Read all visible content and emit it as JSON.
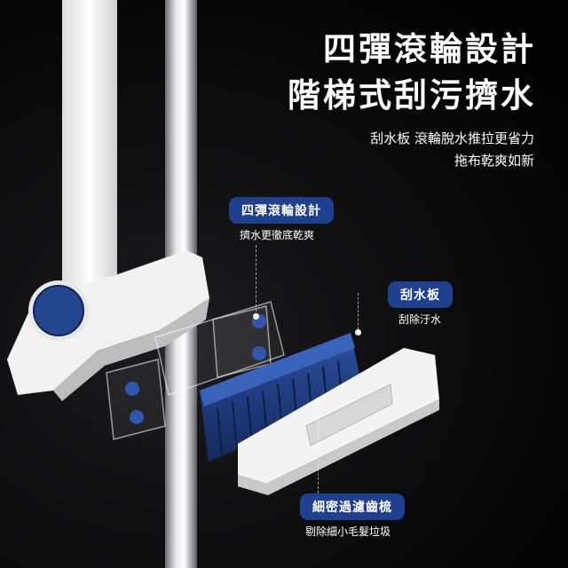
{
  "headline": {
    "line1": "四彈滾輪設計",
    "line2": "階梯式刮污擠水"
  },
  "subheadline": {
    "line1": "刮水板 滾輪脫水推拉更省力",
    "line2": "拖布乾爽如新"
  },
  "callouts": [
    {
      "title": "四彈滾輪設計",
      "note": "擠水更徹底乾爽"
    },
    {
      "title": "刮水板",
      "note": "刮除汙水"
    },
    {
      "title": "細密過濾齒梳",
      "note": "剔除細小毛髮垃圾"
    }
  ],
  "colors": {
    "accent": "#1f3f8f",
    "background": "#000000",
    "text": "#ffffff"
  }
}
